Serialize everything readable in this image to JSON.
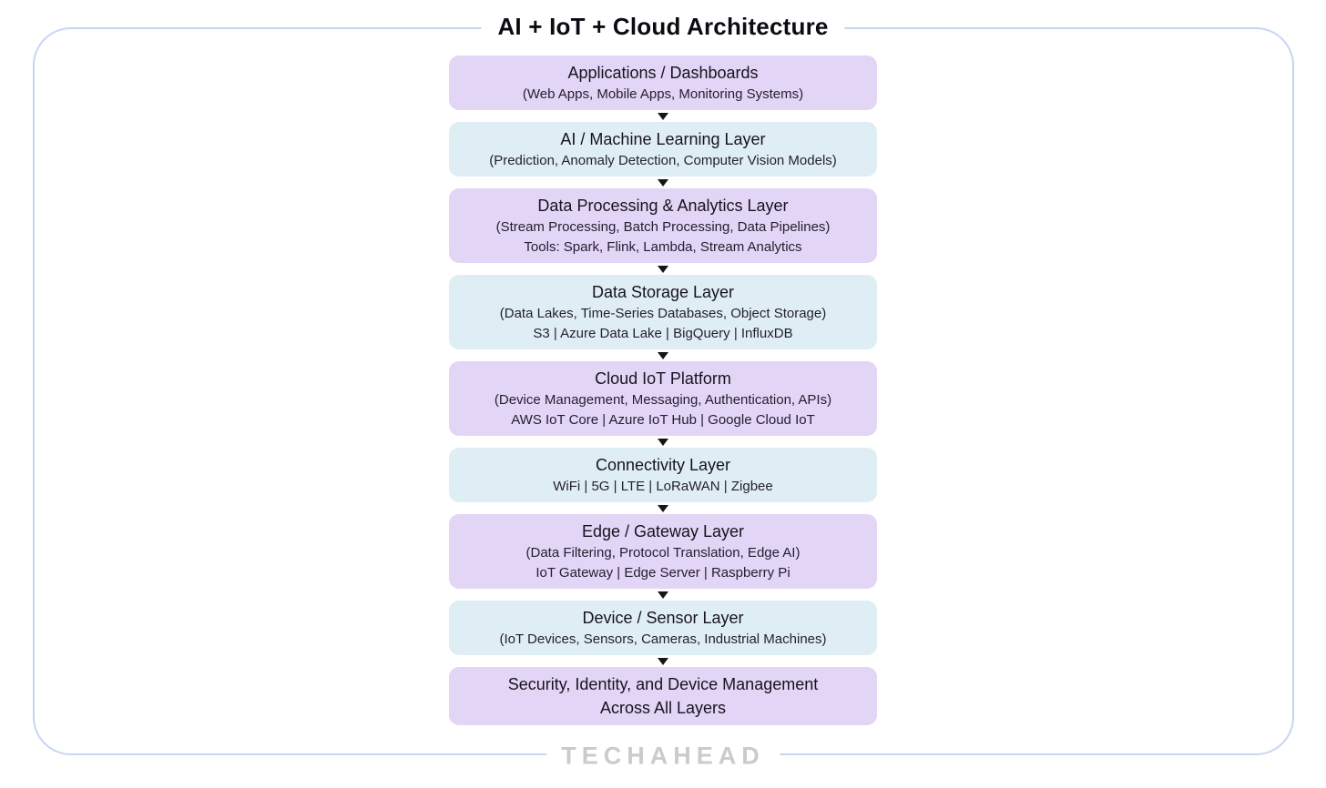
{
  "page": {
    "title": "AI + IoT + Cloud Architecture",
    "brand": "TECHAHEAD"
  },
  "colors": {
    "purple_box": "#e3d5f5",
    "blue_box": "#dfeef4",
    "frame_border": "#c7d6f0",
    "arrow": "#161616",
    "text_dark": "#17131f",
    "brand_gray": "#cbcbcb"
  },
  "layers": [
    {
      "title": "Applications / Dashboards",
      "line2": "(Web Apps, Mobile Apps, Monitoring Systems)",
      "color": "purple"
    },
    {
      "title": "AI / Machine Learning Layer",
      "line2": "(Prediction, Anomaly Detection, Computer Vision Models)",
      "color": "blue"
    },
    {
      "title": "Data Processing & Analytics Layer",
      "line2": "(Stream Processing, Batch Processing, Data Pipelines)",
      "line3": "Tools: Spark, Flink, Lambda, Stream Analytics",
      "color": "purple"
    },
    {
      "title": "Data Storage Layer",
      "line2": "(Data Lakes, Time-Series Databases, Object Storage)",
      "line3": "S3 | Azure Data Lake | BigQuery | InfluxDB",
      "color": "blue"
    },
    {
      "title": "Cloud IoT Platform",
      "line2": "(Device Management, Messaging, Authentication, APIs)",
      "line3": "AWS IoT Core | Azure IoT Hub | Google Cloud IoT",
      "color": "purple"
    },
    {
      "title": "Connectivity Layer",
      "line2": "WiFi | 5G | LTE | LoRaWAN | Zigbee",
      "color": "blue"
    },
    {
      "title": "Edge / Gateway Layer",
      "line2": "(Data Filtering, Protocol Translation, Edge AI)",
      "line3": "IoT Gateway | Edge Server | Raspberry Pi",
      "color": "purple"
    },
    {
      "title": "Device / Sensor Layer",
      "line2": "(IoT Devices, Sensors, Cameras, Industrial Machines)",
      "color": "blue"
    },
    {
      "title": "Security, Identity, and Device Management",
      "title2": "Across All Layers",
      "color": "purple"
    }
  ]
}
